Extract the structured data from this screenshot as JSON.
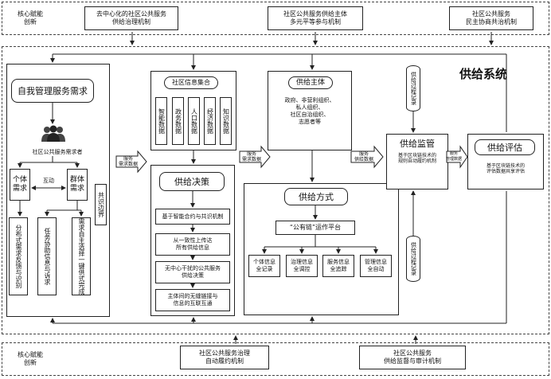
{
  "top_band": {
    "left_label": "核心赋能\n创新",
    "mech1": "去中心化的社区公共服务\n供给治理机制",
    "mech2": "社区公共服务供给主体\n多元平等参与机制",
    "mech3": "社区公共服务\n民主协商共治机制"
  },
  "bottom_band": {
    "left_label": "核心赋能\n创新",
    "mech1": "社区公共服务治理\n自动履约机制",
    "mech2": "社区公共服务\n供给监督与审计机制"
  },
  "system_title": "供给系统",
  "demand": {
    "title": "自我管理服务需求",
    "residents": "社区公共服务需求者",
    "individual": "个体\n需求",
    "group": "群体\n需求",
    "interaction": "互动",
    "consensus_boundary": "共识边界",
    "columns": [
      "分布式需求反馈与识别",
      "任务协助信息与诉求",
      "需求自主选择一键供式完成"
    ]
  },
  "info_set": {
    "title": "社区信息集合",
    "items": [
      "智能数据",
      "政务数据",
      "人口数据",
      "经济数据",
      "知识数据"
    ]
  },
  "arrow_labels": {
    "a1": "服务\n需求数据",
    "a2": "服务\n需求数据",
    "a3": "服务\n供给数据",
    "a4": "服务\n管理数据"
  },
  "decision": {
    "title": "供给决策",
    "steps": [
      "基于智能合约与共识机制",
      "从一致性上传达\n所有供给信息",
      "无中心干扰的公共服务\n供给决策",
      "主体间的无缝链接与\n信息的互联互通"
    ]
  },
  "subject": {
    "title": "供给主体",
    "body": "政府、非营利组织、\n私人组织、\n社区自治组织、\n志愿者等"
  },
  "ledger1": "供给过程记录",
  "ledger2": "供给过程记录",
  "mode": {
    "title": "供给方式",
    "platform": "“公有链”运作平台",
    "items": [
      "个体信息\n全记录",
      "治理信息\n全调控",
      "服务信息\n全追踪",
      "管理信息\n全自动"
    ]
  },
  "supervision": {
    "title": "供给监管",
    "body": "基于区块链技术的\n规则自动履约机制"
  },
  "evaluation": {
    "title": "供给评估",
    "body": "基于区块链技术的\n评估数据共享评估"
  }
}
